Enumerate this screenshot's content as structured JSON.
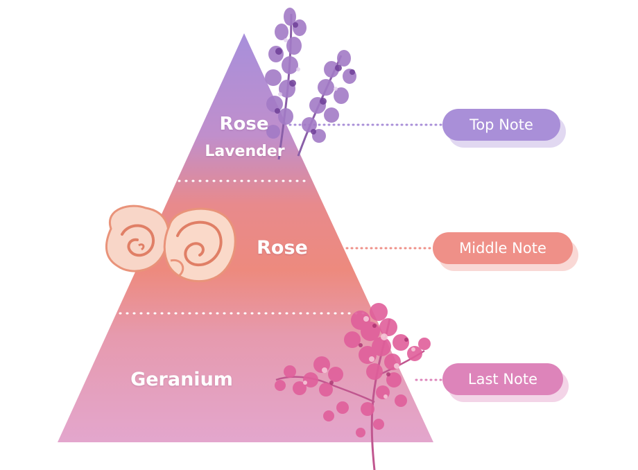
{
  "pyramid": {
    "tiers": [
      {
        "lines": [
          "Rose",
          "Lavender"
        ]
      },
      {
        "lines": [
          "Rose"
        ]
      },
      {
        "lines": [
          "Geranium"
        ]
      }
    ]
  },
  "notes": {
    "top": {
      "label": "Top Note",
      "color": "#a98fd8"
    },
    "middle": {
      "label": "Middle Note",
      "color": "#ef9088"
    },
    "last": {
      "label": "Last Note",
      "color": "#dd84ba"
    }
  },
  "colors": {
    "apex": "#a78fdb",
    "middle": "#ec8577",
    "base": "#e3a0c8",
    "divider": "#ffffff"
  },
  "illustrations": {
    "top": "lavender-sprig-icon",
    "middle": "rose-bloom-icon",
    "last": "geranium-flower-icon"
  }
}
